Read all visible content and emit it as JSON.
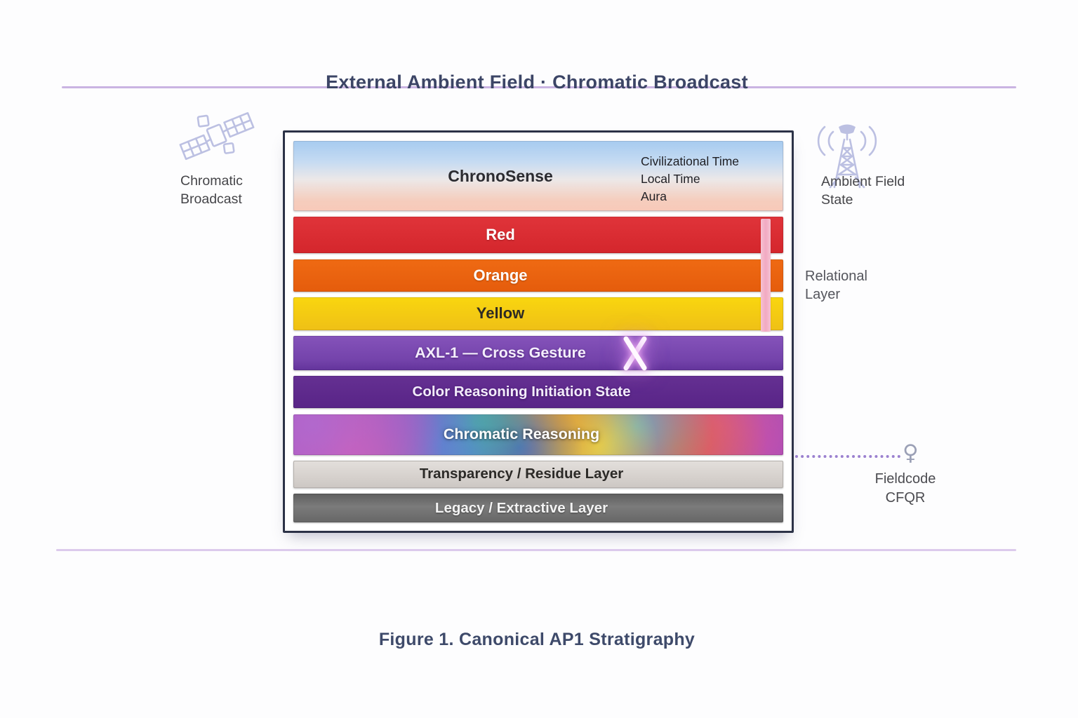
{
  "header": {
    "title": "External Ambient Field · Chromatic Broadcast"
  },
  "caption": "Figure 1. Canonical AP1 Stratigraphy",
  "annotations": {
    "chromatic_broadcast": "Chromatic Broadcast",
    "ambient_field_state": "Ambient Field State",
    "relational_layer": "Relational Layer",
    "fieldcode": {
      "line1": "Fieldcode",
      "line2": "CFQR"
    },
    "female_symbol": "♀"
  },
  "icons": {
    "left": "satellite-icon",
    "right": "radio-tower-icon",
    "fieldcode": "female-symbol-icon",
    "axl_marker": "glowing-cross-x-icon"
  },
  "stack": {
    "layers": [
      {
        "label": "ChronoSense",
        "sublabels": [
          "Civilizational Time",
          "Local Time",
          "Aura"
        ],
        "color": "gradient #a6cbf0 → #f8c9b9"
      },
      {
        "label": "Red",
        "color": "#d92b30"
      },
      {
        "label": "Orange",
        "color": "#ea6210"
      },
      {
        "label": "Yellow",
        "color": "#f5cd12"
      },
      {
        "label": "AXL-1 — Cross Gesture",
        "color": "#7a48b0",
        "marker": "glowing-cross-x"
      },
      {
        "label": "Color Reasoning Initiation State",
        "color": "#5e2a8c"
      },
      {
        "label": "Chromatic Reasoning",
        "color": "rainbow-noise"
      },
      {
        "label": "Transparency / Residue Layer",
        "color": "#d6d1cd"
      },
      {
        "label": "Legacy / Extractive Layer",
        "color": "#6c6c6c"
      }
    ],
    "relational_stripe_color": "#f1a9c2",
    "border_color": "#2c3247"
  },
  "rules": {
    "top_color": "#cab4e2",
    "bottom_color": "#dccaec",
    "dotted_color": "#8b6cc8"
  }
}
